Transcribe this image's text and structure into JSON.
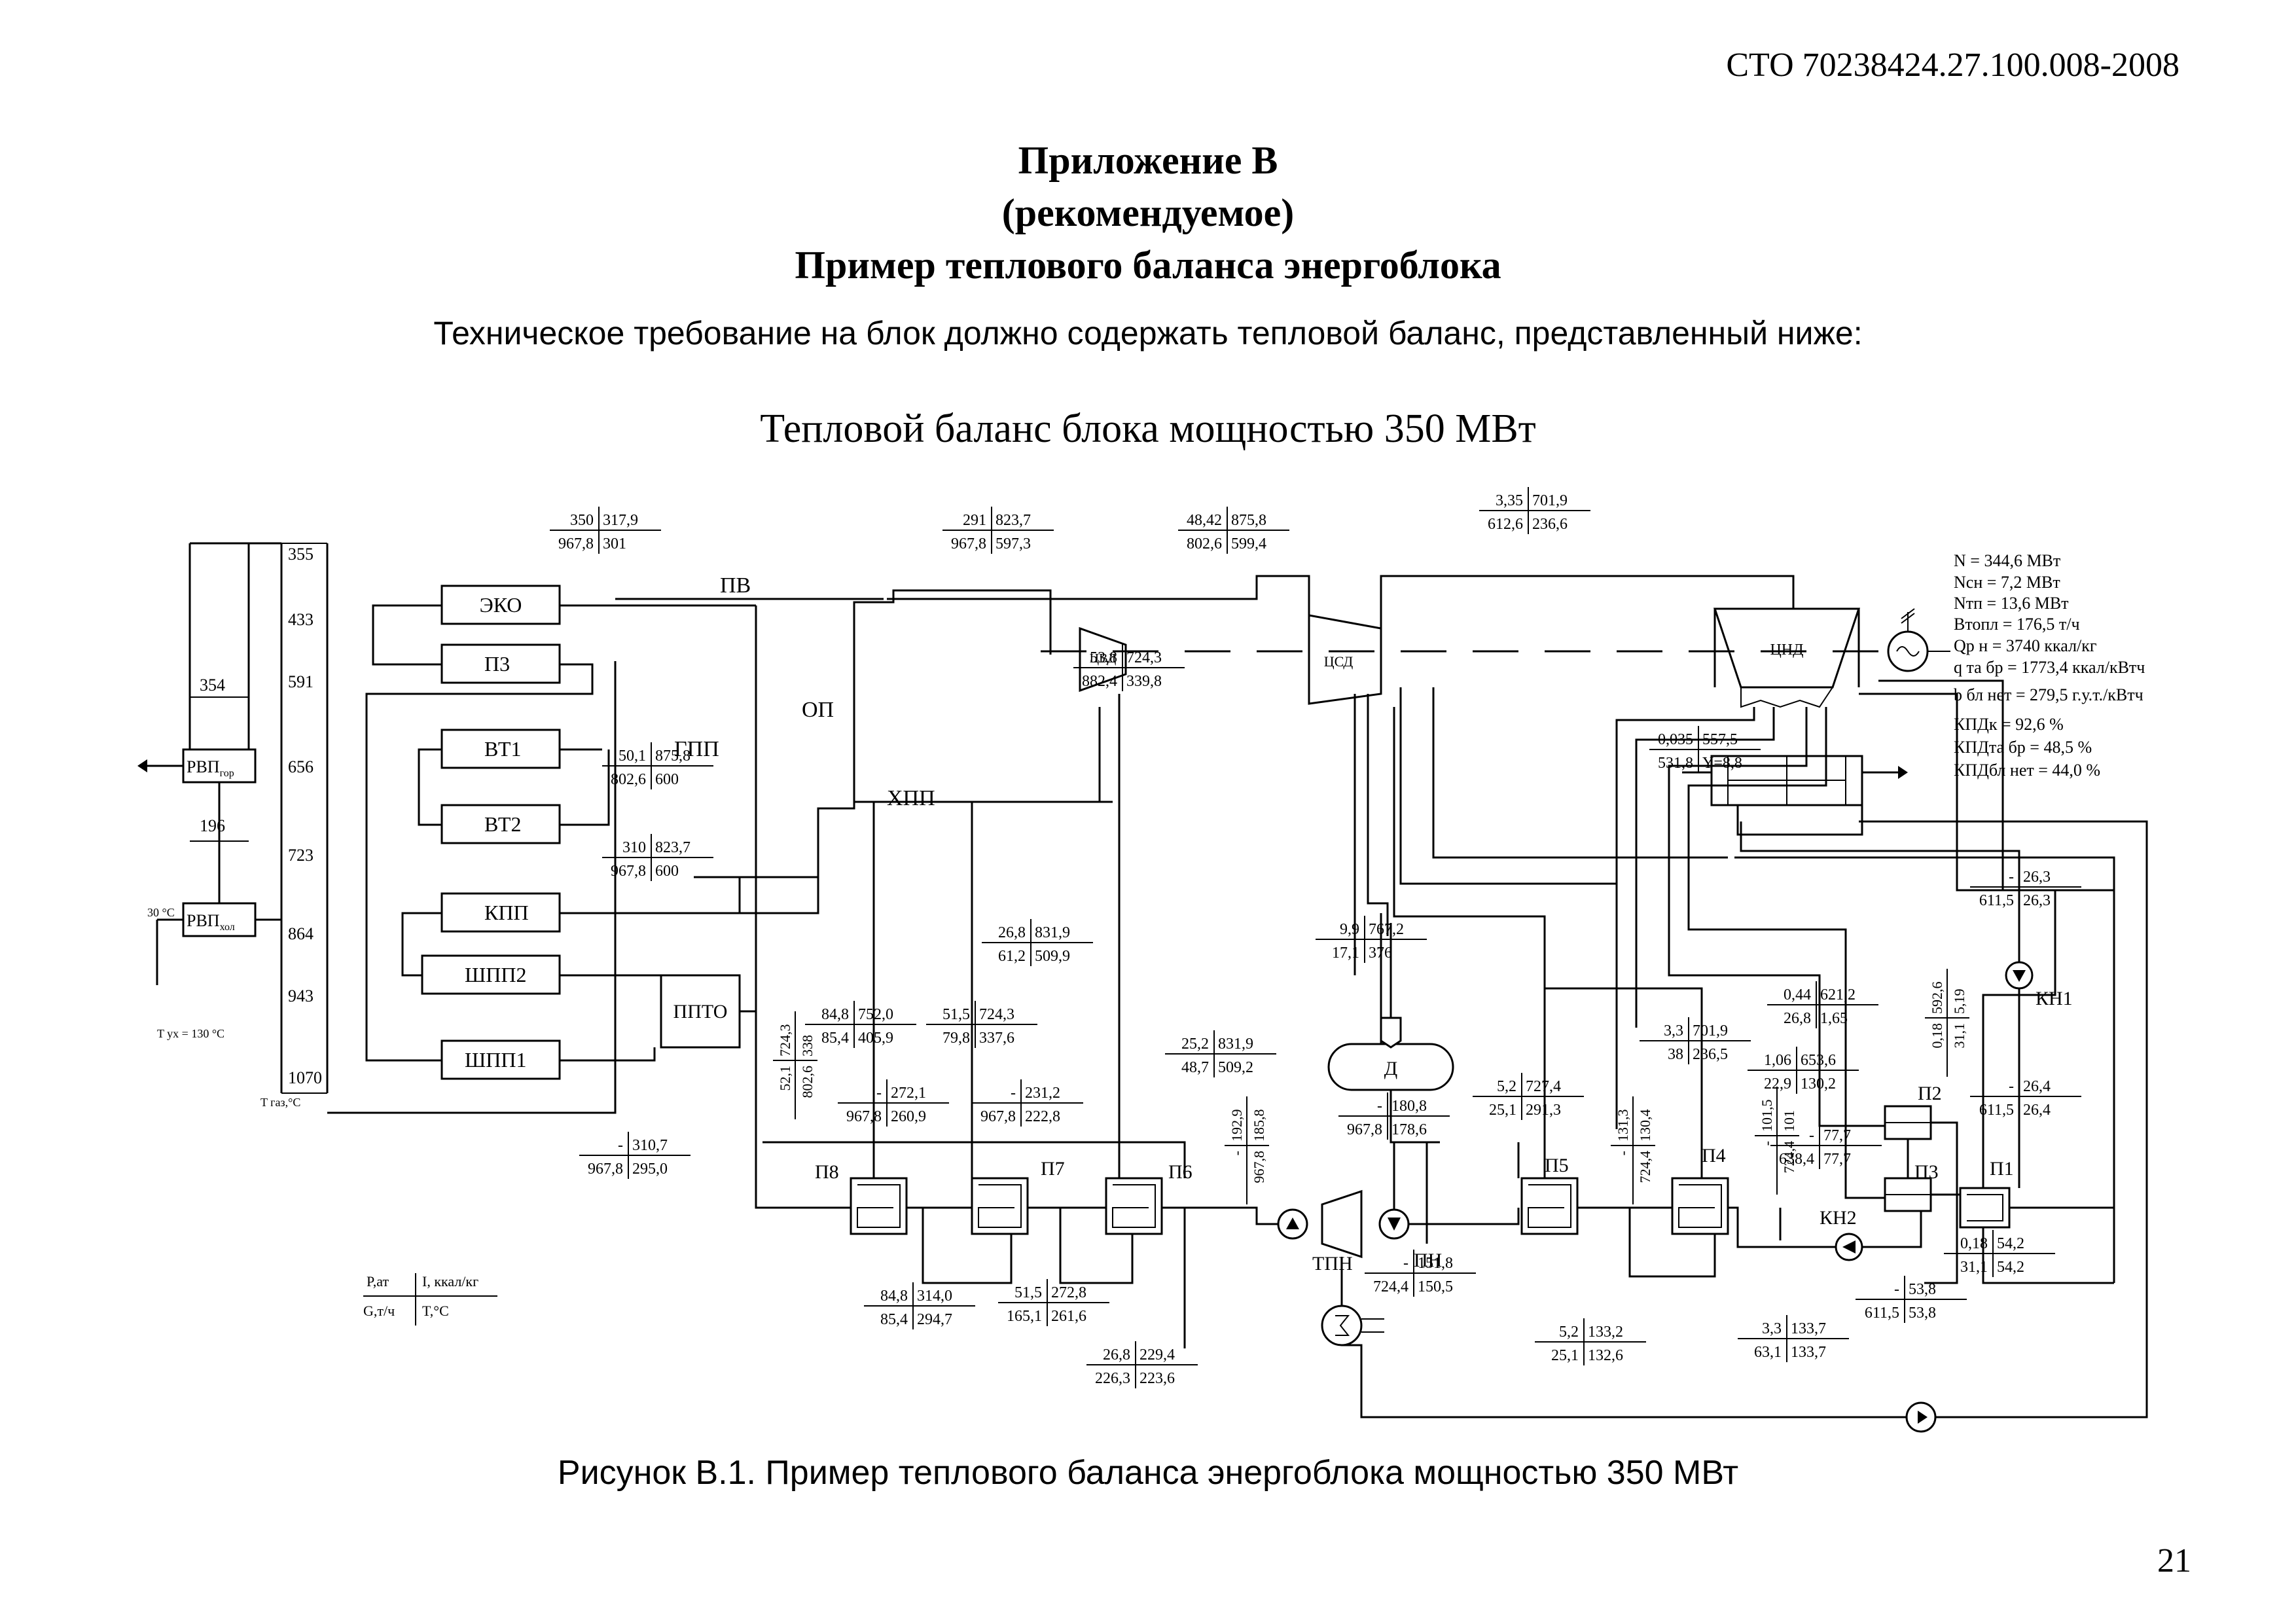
{
  "header": {
    "doc_code": "СТО 70238424.27.100.008-2008",
    "page_number": "21"
  },
  "appendix": {
    "line1": "Приложение В",
    "line2": "(рекомендуемое)",
    "line3": "Пример теплового баланса энергоблока"
  },
  "requirement": "Техническое требование на блок должно содержать тепловой баланс, представленный ниже:",
  "diagram_title": "Тепловой баланс блока мощностью 350 МВт",
  "caption": "Рисунок В.1. Пример теплового баланса энергоблока мощностью 350 МВт",
  "boiler_blocks": {
    "eko": "ЭКО",
    "p3": "П3",
    "vt1": "ВТ1",
    "vt2": "ВТ2",
    "kpp": "КПП",
    "shpp2": "ШПП2",
    "shpp1": "ШПП1",
    "ppto": "ППТО"
  },
  "airheaters": {
    "rvp_gor": "РВП",
    "rvp_gor_sub": "гор",
    "rvp_hol": "РВП",
    "rvp_hol_sub": "хол"
  },
  "gas_temps": [
    "355",
    "433",
    "591",
    "656",
    "723",
    "864",
    "943",
    "1070"
  ],
  "gas_temp_label": "T газ,°C",
  "air_temps": {
    "t354": "354",
    "t196": "196",
    "t30": "30 °C",
    "tux": "T ух =  130  °C"
  },
  "line_labels": {
    "pv": "ПВ",
    "op": "ОП",
    "gpp": "ГПП",
    "hpp": "ХПП"
  },
  "turbine": {
    "cvd": "ЦВД",
    "csd": "ЦСД",
    "cnd": "ЦНД"
  },
  "equipment": {
    "p8": "П8",
    "p7": "П7",
    "p6": "П6",
    "p5": "П5",
    "p4": "П4",
    "p2": "П2",
    "p3": "П3",
    "p1": "П1",
    "d": "Д",
    "tpn": "ТПН",
    "pn": "ПН",
    "kn1": "КН1",
    "kn2": "КН2"
  },
  "legend": {
    "p": "P,ат",
    "i": "I, ккал/кг",
    "g": "G,т/ч",
    "t": "T,°C"
  },
  "summary": [
    "N = 344,6 МВт",
    "Nсн = 7,2  МВт",
    "Nтп = 13,6 МВт",
    "Втопл = 176,5 т/ч",
    "Qр н = 3740 ккал/кг",
    "q та бр = 1773,4 ккал/кВтч",
    "b бл нет = 279,5 г.у.т./кВтч",
    "КПДк  = 92,6 %",
    "КПДта бр = 48,5 %",
    "КПДбл нет = 44,0 %"
  ],
  "params": [
    {
      "a": "350",
      "b": "317,9",
      "c": "967,8",
      "d": "301"
    },
    {
      "a": "291",
      "b": "823,7",
      "c": "967,8",
      "d": "597,3"
    },
    {
      "a": "48,42",
      "b": "875,8",
      "c": "802,6",
      "d": "599,4"
    },
    {
      "a": "3,35",
      "b": "701,9",
      "c": "612,6",
      "d": "236,6"
    },
    {
      "a": "53,8",
      "b": "724,3",
      "c": "882,4",
      "d": "339,8"
    },
    {
      "a": "50,1",
      "b": "875,8",
      "c": "802,6",
      "d": "600"
    },
    {
      "a": "310",
      "b": "823,7",
      "c": "967,8",
      "d": "600"
    },
    {
      "a": "0,035",
      "b": "557,5",
      "c": "531,8",
      "d": "Y=8,8"
    },
    {
      "a": "26,8",
      "b": "831,9",
      "c": "61,2",
      "d": "509,9"
    },
    {
      "a": "9,9",
      "b": "767,2",
      "c": "17,1",
      "d": "376"
    },
    {
      "a": "84,8",
      "b": "752,0",
      "c": "85,4",
      "d": "405,9"
    },
    {
      "a": "51,5",
      "b": "724,3",
      "c": "79,8",
      "d": "337,6"
    },
    {
      "a": "25,2",
      "b": "831,9",
      "c": "48,7",
      "d": "509,2"
    },
    {
      "a": "3,3",
      "b": "701,9",
      "c": "38",
      "d": "236,5"
    },
    {
      "a": "0,44",
      "b": "621,2",
      "c": "26,8",
      "d": "1,65"
    },
    {
      "a": "1,06",
      "b": "653,6",
      "c": "22,9",
      "d": "130,2"
    },
    {
      "a": "-",
      "b": "26,3",
      "c": "611,5",
      "d": "26,3"
    },
    {
      "a": "-",
      "b": "26,4",
      "c": "611,5",
      "d": "26,4"
    },
    {
      "a": "-",
      "b": "272,1",
      "c": "967,8",
      "d": "260,9"
    },
    {
      "a": "-",
      "b": "231,2",
      "c": "967,8",
      "d": "222,8"
    },
    {
      "a": "-",
      "b": "310,7",
      "c": "967,8",
      "d": "295,0"
    },
    {
      "a": "5,2",
      "b": "727,4",
      "c": "25,1",
      "d": "291,3"
    },
    {
      "a": "-",
      "b": "180,8",
      "c": "967,8",
      "d": "178,6"
    },
    {
      "a": "-",
      "b": "77,7",
      "c": "638,4",
      "d": "77,7"
    },
    {
      "a": "0,18",
      "b": "54,2",
      "c": "31,1",
      "d": "54,2"
    },
    {
      "a": "-",
      "b": "53,8",
      "c": "611,5",
      "d": "53,8"
    },
    {
      "a": "-",
      "b": "151,8",
      "c": "724,4",
      "d": "150,5"
    },
    {
      "a": "84,8",
      "b": "314,0",
      "c": "85,4",
      "d": "294,7"
    },
    {
      "a": "51,5",
      "b": "272,8",
      "c": "165,1",
      "d": "261,6"
    },
    {
      "a": "26,8",
      "b": "229,4",
      "c": "226,3",
      "d": "223,6"
    },
    {
      "a": "5,2",
      "b": "133,2",
      "c": "25,1",
      "d": "132,6"
    },
    {
      "a": "3,3",
      "b": "133,7",
      "c": "63,1",
      "d": "133,7"
    }
  ],
  "vparams": [
    {
      "a": "52,1",
      "b": "724,3",
      "c": "802,6",
      "d": "338"
    },
    {
      "a": "-",
      "b": "192,9",
      "c": "967,8",
      "d": "185,8"
    },
    {
      "a": "-",
      "b": "131,3",
      "c": "724,4",
      "d": "130,4"
    },
    {
      "a": "-",
      "b": "101,5",
      "c": "724,4",
      "d": "101"
    },
    {
      "a": "0,18",
      "b": "592,6",
      "c": "31,1",
      "d": "5,19"
    }
  ]
}
